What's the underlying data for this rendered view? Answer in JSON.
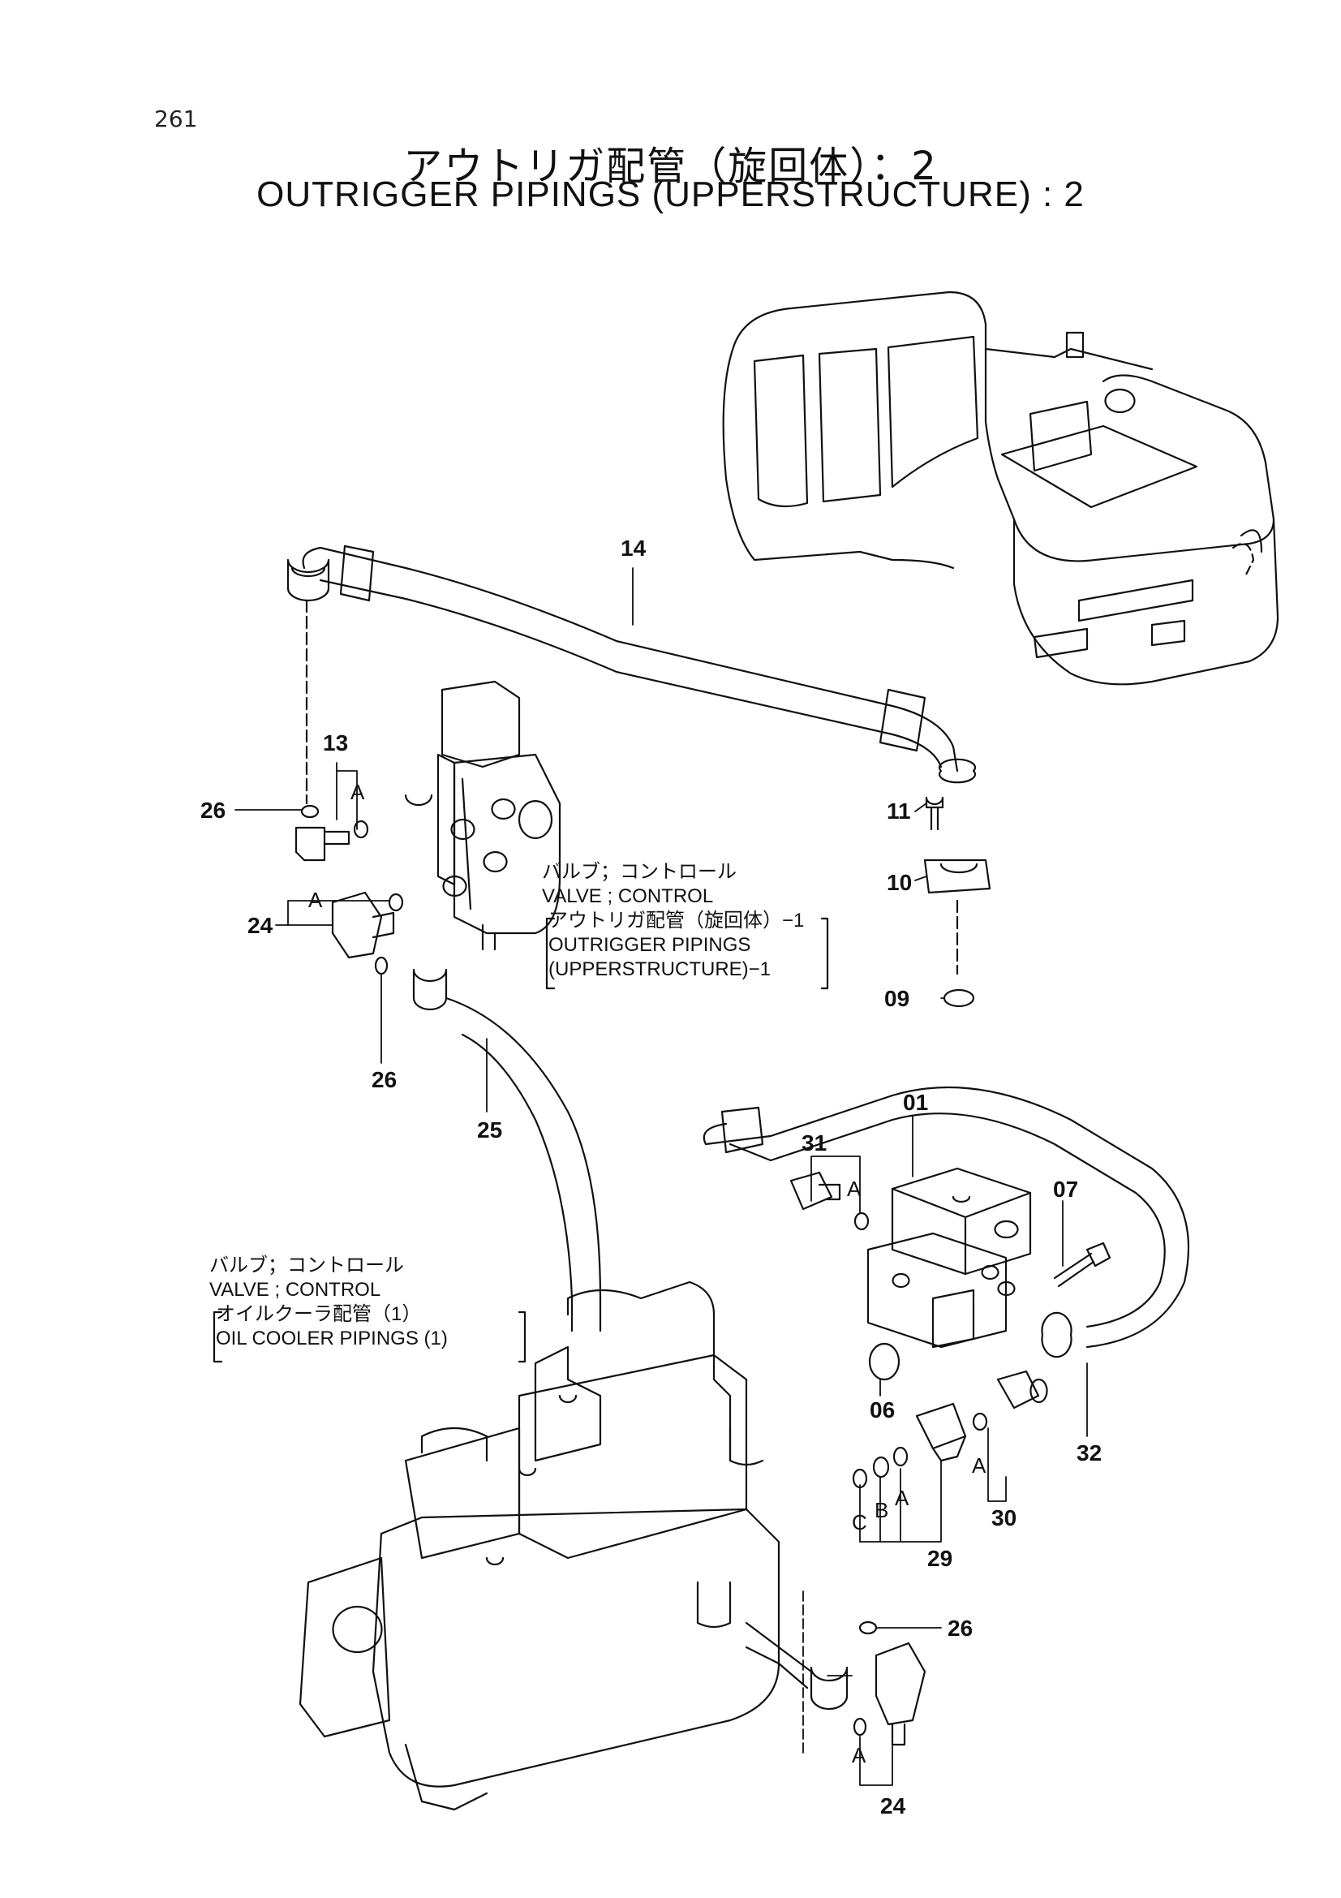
{
  "page": {
    "page_number": "261",
    "title_jp": "アウトリガ配管（旋回体）：2",
    "title_en": "OUTRIGGER PIPINGS (UPPERSTRUCTURE) : 2"
  },
  "notes": {
    "valve_upper": {
      "jp": "バルブ；コントロール",
      "en": "VALVE ; CONTROL",
      "ref_jp": "アウトリガ配管（旋回体）−1",
      "ref_en1": "OUTRIGGER  PIPINGS",
      "ref_en2": "(UPPERSTRUCTURE)−1"
    },
    "valve_lower": {
      "jp": "バルブ；コントロール",
      "en": "VALVE ; CONTROL",
      "ref_jp": "オイルクーラ配管（1）",
      "ref_en": "OIL  COOLER  PIPINGS (1)"
    }
  },
  "callouts": {
    "c14": "14",
    "c13": "13",
    "c26a": "26",
    "c11": "11",
    "c10": "10",
    "c24a": "24",
    "c09": "09",
    "c26b": "26",
    "c25": "25",
    "c01": "01",
    "c31": "31",
    "c07": "07",
    "c06": "06",
    "c32": "32",
    "c30": "30",
    "c29": "29",
    "c26c": "26",
    "c24b": "24"
  },
  "letters": {
    "a1": "A",
    "a2": "A",
    "a3": "A",
    "a4": "A",
    "a5": "A",
    "a6": "A",
    "b1": "B",
    "c1": "C"
  }
}
